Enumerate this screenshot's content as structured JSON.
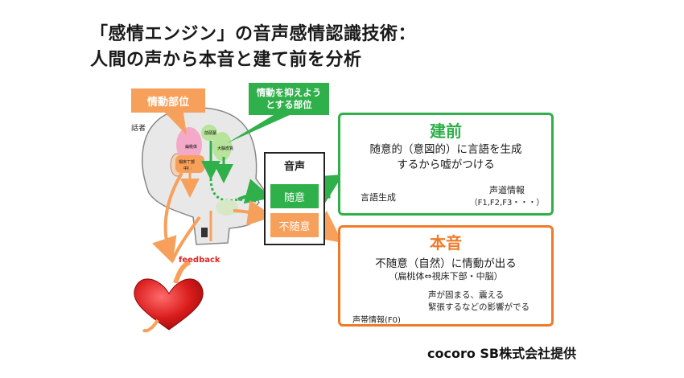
{
  "title": {
    "line1": "「感情エンジン」の音声感情認識技術：",
    "line2": "人間の声から本音と建て前を分析"
  },
  "callouts": {
    "emotion_region": "情動部位",
    "suppress_region_line1": "情動を抑えよう",
    "suppress_region_line2": "とする部位"
  },
  "speaker_label": "話者",
  "brain_labels": {
    "amygdala": "扁桃体",
    "cortex": "前頭葉",
    "cortex2": "大脳皮質",
    "hypothalamus": "視床下部",
    "midbrain": "中脳"
  },
  "voice": {
    "title": "音声",
    "voluntary": "随意",
    "involuntary": "不随意"
  },
  "tatemae": {
    "heading": "建前",
    "desc_line1": "随意的（意図的）に言語を生成",
    "desc_line2": "するから嘘がつける",
    "generation_label": "言語生成",
    "tract_label": "声道情報",
    "tract_sub": "（F1,F2,F3・・・）"
  },
  "honne": {
    "heading": "本音",
    "desc": "不随意（自然）に情動が出る",
    "sub": "（扁桃体⇔視床下部・中脳）",
    "vocal_cord_label": "声帯情報(F0)",
    "effect_line1": "声が固まる、震える",
    "effect_line2": "緊張するなどの影響がでる"
  },
  "feedback_label": "feedback",
  "credit": "cocoro SB株式会社提供",
  "colors": {
    "green": "#2fb04a",
    "orange": "#f07a2a",
    "orange_light": "#f7a05c",
    "heart": "#d91c1c"
  }
}
